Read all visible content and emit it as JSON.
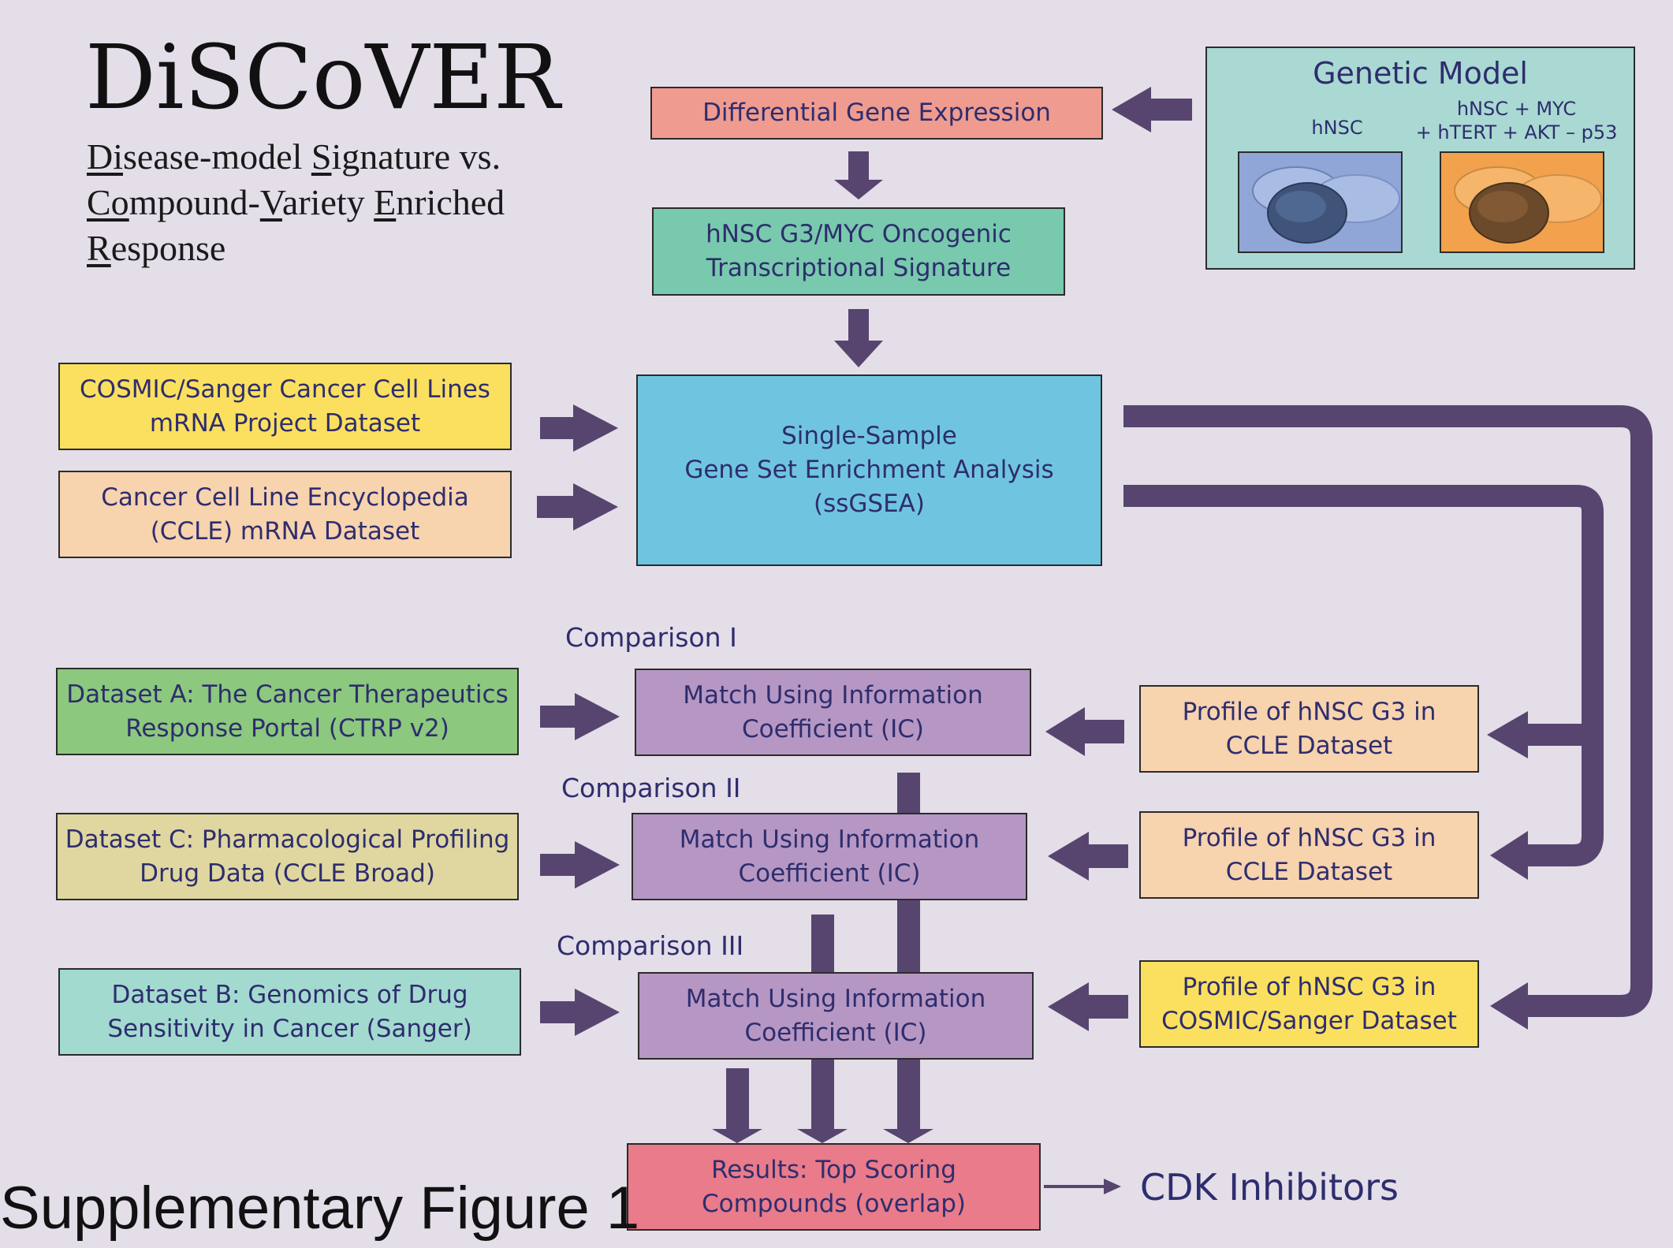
{
  "title": "DiSCoVER",
  "subtitle": [
    {
      "u": "Di",
      "t": "sease-model "
    },
    {
      "u": "S",
      "t": "ignature vs."
    },
    {
      "br": true
    },
    {
      "u": "Co",
      "t": "mpound-"
    },
    {
      "u": "V",
      "t": "ariety "
    },
    {
      "u": "E",
      "t": "nriched"
    },
    {
      "br": true
    },
    {
      "u": "R",
      "t": "esponse"
    }
  ],
  "genetic_model": {
    "title": "Genetic Model",
    "left_label": "hNSC",
    "right_label": [
      "hNSC + MYC",
      "+ hTERT + AKT – p53"
    ]
  },
  "boxes": {
    "diff_expr": {
      "lines": [
        "Differential Gene Expression"
      ],
      "color": "#ef9b8f"
    },
    "signature": {
      "lines": [
        "hNSC G3/MYC Oncogenic",
        "Transcriptional Signature"
      ],
      "color": "#78c9ad"
    },
    "ssgsea": {
      "lines": [
        "Single-Sample",
        "Gene Set Enrichment Analysis",
        "(ssGSEA)"
      ],
      "color": "#6fc5e0"
    },
    "cosmic": {
      "lines": [
        "COSMIC/Sanger Cancer Cell Lines",
        "mRNA Project Dataset"
      ],
      "color": "#fbe05f"
    },
    "ccle": {
      "lines": [
        "Cancer Cell Line Encyclopedia",
        "(CCLE) mRNA Dataset"
      ],
      "color": "#f7d3ae"
    },
    "dataset_a": {
      "lines": [
        "Dataset A: The Cancer Therapeutics",
        "Response Portal (CTRP v2)"
      ],
      "color": "#8cc87d"
    },
    "dataset_c": {
      "lines": [
        "Dataset C: Pharmacological Profiling",
        "Drug Data (CCLE Broad)"
      ],
      "color": "#dfd79f"
    },
    "dataset_b": {
      "lines": [
        "Dataset B: Genomics of Drug",
        "Sensitivity in Cancer (Sanger)"
      ],
      "color": "#a3dad0"
    },
    "match1": {
      "lines": [
        "Match Using Information",
        "Coefficient (IC)"
      ],
      "color": "#b697c3"
    },
    "match2": {
      "lines": [
        "Match Using Information",
        "Coefficient (IC)"
      ],
      "color": "#b697c3"
    },
    "match3": {
      "lines": [
        "Match Using Information",
        "Coefficient (IC)"
      ],
      "color": "#b697c3"
    },
    "profile1": {
      "lines": [
        "Profile of hNSC G3  in",
        "CCLE Dataset"
      ],
      "color": "#f7d3ae"
    },
    "profile2": {
      "lines": [
        "Profile of hNSC G3  in",
        "CCLE Dataset"
      ],
      "color": "#f7d3ae"
    },
    "profile3": {
      "lines": [
        "Profile of hNSC G3 in",
        "COSMIC/Sanger Dataset"
      ],
      "color": "#fbe05f"
    },
    "results": {
      "lines": [
        "Results: Top Scoring",
        "Compounds (overlap)"
      ],
      "color": "#e97b8a"
    }
  },
  "comparisons": [
    "Comparison I",
    "Comparison II",
    "Comparison III"
  ],
  "cdk_label": "CDK Inhibitors",
  "figure_label": "Supplementary Figure 1",
  "colors": {
    "background": "#e3dee8",
    "arrow": "#574570",
    "text": "#2e2d6e",
    "dish_blue": "#8fa6d6",
    "dish_orange": "#f2a24c"
  }
}
